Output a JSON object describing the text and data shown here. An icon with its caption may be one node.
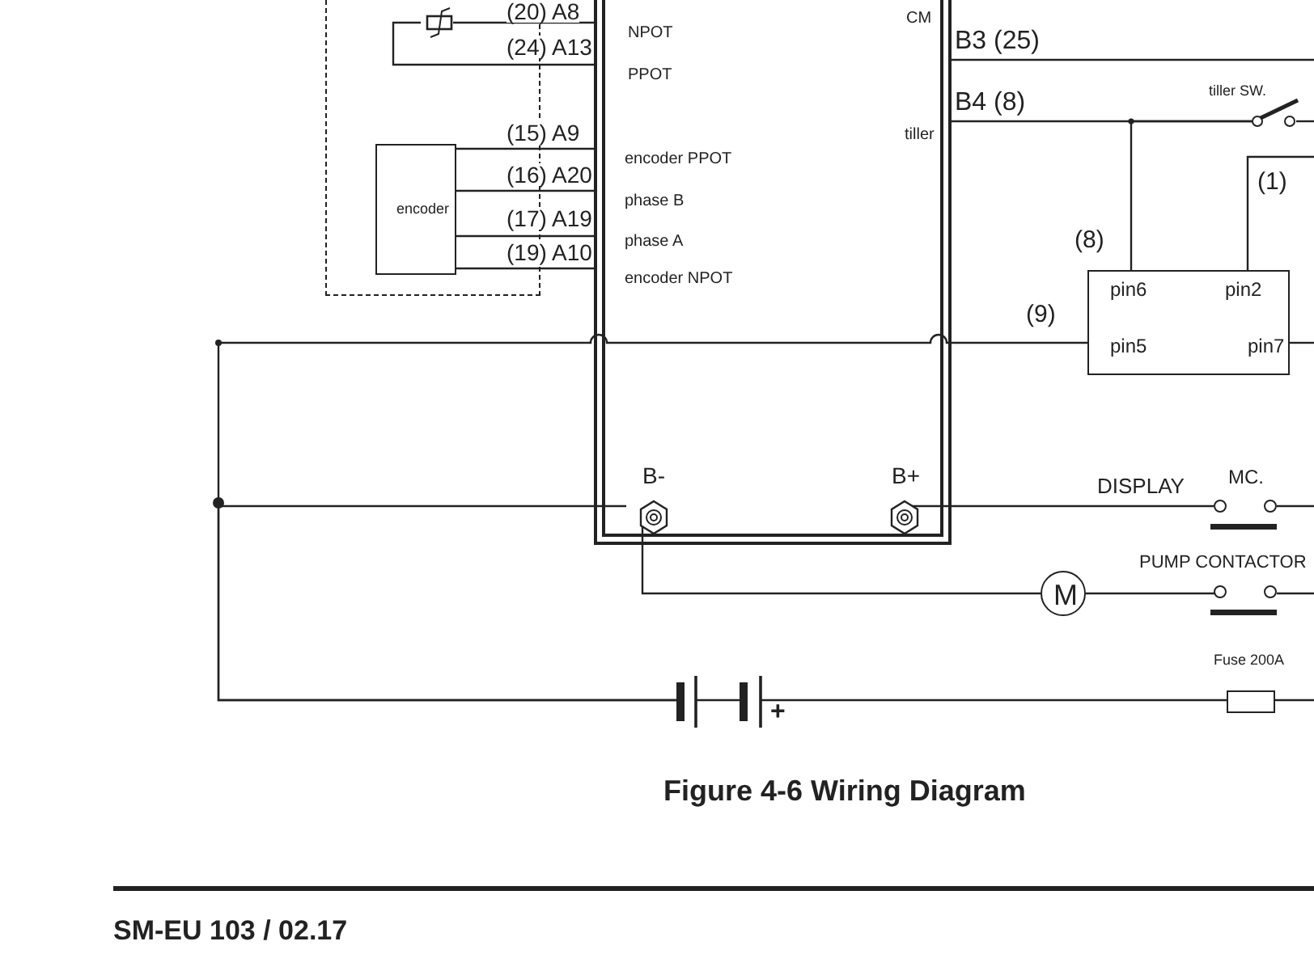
{
  "diagram": {
    "title": "Figure 4-6 Wiring Diagram",
    "nodes": [
      {
        "text": [
          "CM",
          "NPOT",
          "PPOT",
          "tiller",
          "encoder PPOT",
          "phase B",
          "phase A",
          "encoder NPOT"
        ]
      },
      {
        "text": [
          "B-"
        ],
        "in": 0
      },
      {
        "text": [
          "B+"
        ],
        "in": 0
      },
      {
        "text": [],
        "shape": "box"
      },
      {
        "text": [],
        "shape": "resistor",
        "in": 3
      },
      {
        "text": [
          "encoder"
        ],
        "in": 3
      },
      {
        "text": [
          "pin6",
          "pin2",
          "pin5",
          "pin7"
        ]
      },
      {
        "text": [
          "tiller SW."
        ]
      },
      {
        "text": [
          "MC."
        ]
      },
      {
        "text": [
          "PUMP CONTACTOR"
        ]
      },
      {
        "text": [
          "M"
        ]
      },
      {
        "text": [],
        "shape": "battery"
      },
      {
        "text": [
          "Fuse 200A"
        ]
      }
    ],
    "edges": [
      {
        "from": 4,
        "to": 0,
        "arrow": "none",
        "label": "(20) A8"
      },
      {
        "from": 4,
        "to": 0,
        "arrow": "none",
        "label": "(24) A13"
      },
      {
        "from": 5,
        "to": 0,
        "arrow": "none",
        "label": "(15) A9"
      },
      {
        "from": 5,
        "to": 0,
        "arrow": "none",
        "label": "(16) A20"
      },
      {
        "from": 5,
        "to": 0,
        "arrow": "none",
        "label": "(17) A19"
      },
      {
        "from": 5,
        "to": 0,
        "arrow": "none",
        "label": "(19) A10"
      },
      {
        "from": 0,
        "to": null,
        "arrow": "none",
        "label": "B3 (25)"
      },
      {
        "from": 0,
        "to": 7,
        "arrow": "none",
        "label": "B4 (8)"
      },
      {
        "from": 6,
        "to": 7,
        "arrow": "none",
        "label": "(8)"
      },
      {
        "from": 6,
        "to": null,
        "arrow": "none",
        "label": "(1)"
      },
      {
        "from": 6,
        "to": 11,
        "arrow": "none",
        "label": "(9)"
      },
      {
        "from": 1,
        "to": 11,
        "arrow": "none"
      },
      {
        "from": 2,
        "to": 8,
        "arrow": "none",
        "label": "DISPLAY"
      },
      {
        "from": 1,
        "to": 10,
        "arrow": "none"
      },
      {
        "from": 10,
        "to": 9,
        "arrow": "none"
      },
      {
        "from": 11,
        "to": 12,
        "arrow": "none"
      },
      {
        "from": 8,
        "to": null,
        "arrow": "none"
      },
      {
        "from": 9,
        "to": null,
        "arrow": "none"
      },
      {
        "from": 12,
        "to": null,
        "arrow": "none"
      },
      {
        "from": 7,
        "to": null,
        "arrow": "none"
      },
      {
        "from": 6,
        "to": null,
        "arrow": "none"
      }
    ],
    "labels": [
      "+",
      "SM-EU 103 / 02.17"
    ]
  }
}
